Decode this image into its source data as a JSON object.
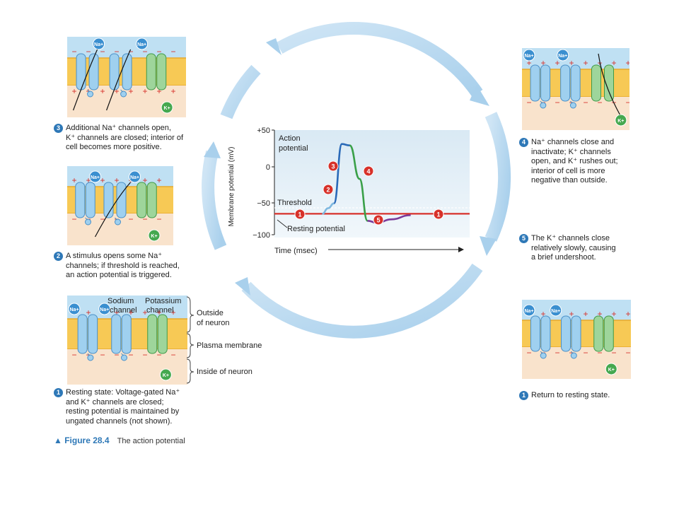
{
  "graph": {
    "y_axis_label": "Membrane potential (mV)",
    "y_ticks": [
      "+50",
      "0",
      "−50",
      "−100"
    ],
    "x_axis_label": "Time (msec)",
    "annotations": {
      "action_potential": [
        "Action",
        "potential"
      ],
      "threshold": "Threshold",
      "resting_potential": "Resting potential"
    },
    "markers": [
      "1",
      "2",
      "3",
      "4",
      "5",
      "1"
    ]
  },
  "chart_data": {
    "type": "line",
    "xlabel": "Time (msec)",
    "ylabel": "Membrane potential (mV)",
    "ylim": [
      -100,
      50
    ],
    "y_ticks": [
      50,
      0,
      -50,
      -100
    ],
    "series": [
      {
        "x": [
          0,
          1,
          2,
          2.3,
          2.6,
          3.0,
          3.4,
          3.9,
          4.3,
          4.8,
          5.5,
          6.5,
          9.5
        ],
        "y": [
          -70,
          -70,
          -70,
          -62,
          -55,
          30,
          28,
          -20,
          -80,
          -83,
          -78,
          -72,
          -70
        ]
      }
    ]
  },
  "ion_labels": {
    "na": "Na+",
    "k": "K+",
    "plus": "+",
    "minus": "−"
  },
  "panel_labels": {
    "sodium_channel": [
      "Sodium",
      "channel"
    ],
    "potassium_channel": [
      "Potassium",
      "channel"
    ],
    "outside": [
      "Outside",
      "of neuron"
    ],
    "membrane": "Plasma membrane",
    "inside": "Inside of neuron"
  },
  "steps": {
    "s1": {
      "num": "1",
      "lines": [
        "Resting state: Voltage-gated Na⁺",
        "and K⁺ channels are closed;",
        "resting potential is maintained by",
        "ungated channels (not shown)."
      ]
    },
    "s2": {
      "num": "2",
      "lines": [
        "A stimulus opens some Na⁺",
        "channels; if threshold is reached,",
        "an action potential is triggered."
      ]
    },
    "s3": {
      "num": "3",
      "lines": [
        "Additional Na⁺ channels open,",
        "K⁺ channels are closed; interior of",
        "cell becomes more positive."
      ]
    },
    "s4": {
      "num": "4",
      "lines": [
        "Na⁺ channels close and",
        "inactivate; K⁺ channels",
        "open, and K⁺ rushes out;",
        "interior of cell is more",
        "negative than outside."
      ]
    },
    "s5": {
      "num": "5",
      "lines": [
        "The K⁺ channels close",
        "relatively slowly, causing",
        "a brief undershoot."
      ]
    },
    "s1b": {
      "num": "1",
      "lines": [
        "Return to resting state."
      ]
    }
  },
  "figure": {
    "label": "▲ Figure 28.4",
    "title": "The action potential"
  }
}
